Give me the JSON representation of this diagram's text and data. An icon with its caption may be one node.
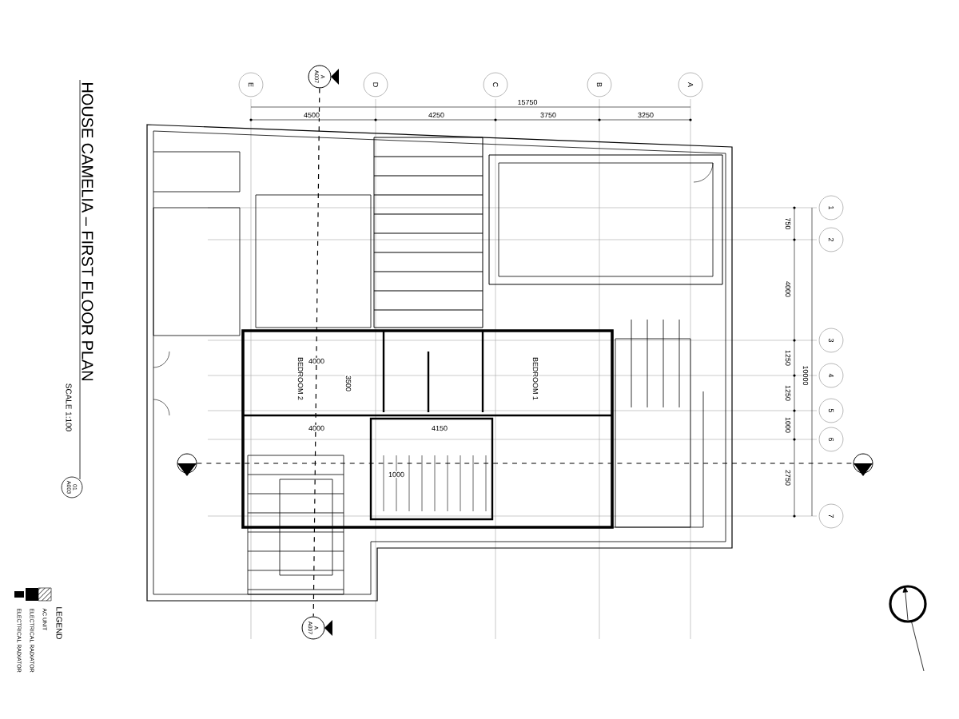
{
  "diagram": {
    "title": "HOUSE CAMELIA – FIRST FLOOR PLAN",
    "nodes": [
      {
        "text": [
          "E"
        ]
      },
      {
        "text": [
          "D"
        ]
      },
      {
        "text": [
          "C"
        ]
      },
      {
        "text": [
          "B"
        ]
      },
      {
        "text": [
          "A"
        ]
      },
      {
        "text": [
          "1"
        ]
      },
      {
        "text": [
          "2"
        ]
      },
      {
        "text": [
          "3"
        ]
      },
      {
        "text": [
          "4"
        ]
      },
      {
        "text": [
          "5"
        ]
      },
      {
        "text": [
          "6"
        ]
      },
      {
        "text": [
          "7"
        ]
      },
      {
        "text": [
          "A",
          "A007"
        ]
      },
      {
        "text": [
          "A",
          "A007"
        ]
      },
      {
        "text": [
          "01",
          "A003"
        ]
      },
      {
        "text": [],
        "shape": "circle"
      },
      {
        "text": [],
        "shape": "circle"
      }
    ],
    "edges": [
      {
        "from": 12,
        "to": 13,
        "arrow": "none",
        "style": "dashed"
      },
      {
        "from": 15,
        "to": 16,
        "arrow": "none",
        "style": "dashed"
      }
    ],
    "labels": [
      "SCALE 1:100",
      "15750",
      "4500",
      "4250",
      "3750",
      "3250",
      "750",
      "4000",
      "1250",
      "1250",
      "1000",
      "2750",
      "10000",
      "BEDROOM 2",
      "BEDROOM 1",
      "4000",
      "3500",
      "4000",
      "4150",
      "1000",
      "LEGEND"
    ],
    "legend": [
      {
        "text": "AC UNIT"
      },
      {
        "text": "ELECTRICAL RADIATOR"
      },
      {
        "text": "ELECTRICAL RADIATOR"
      }
    ]
  }
}
